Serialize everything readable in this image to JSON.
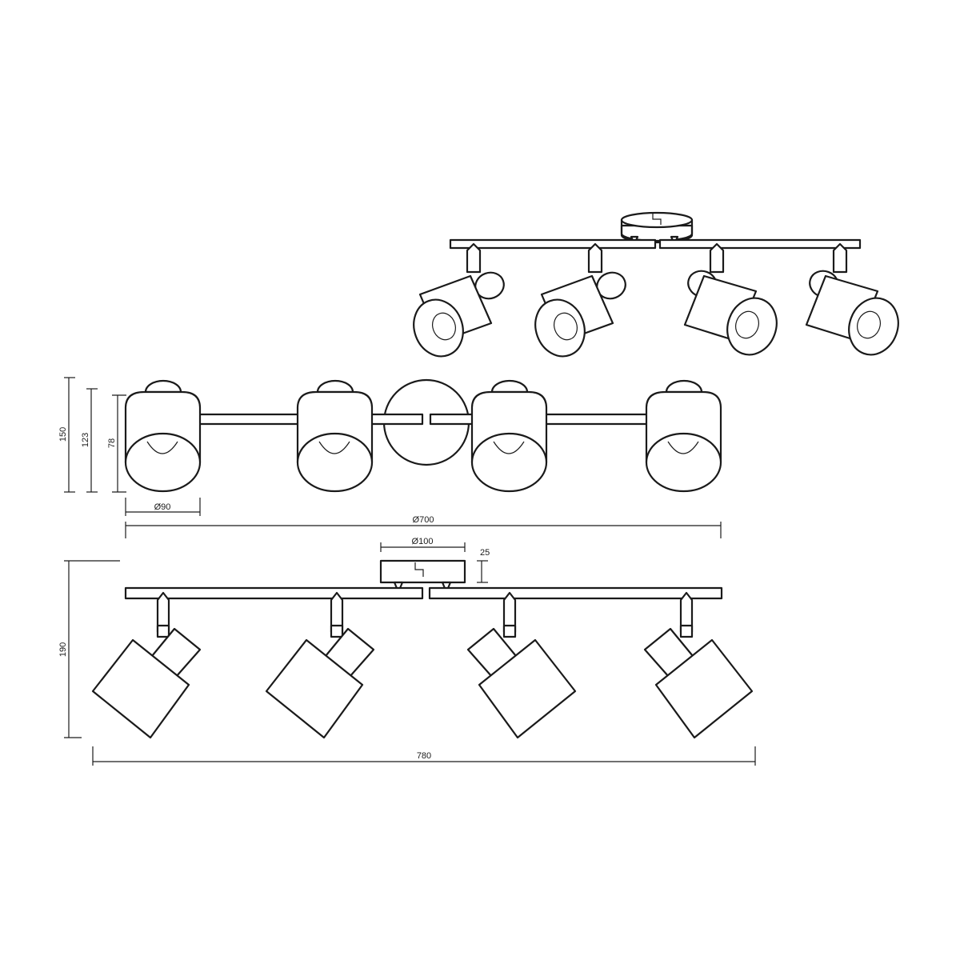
{
  "dimensions": {
    "total_height": "150",
    "height_123": "123",
    "shade_height": "78",
    "shade_diameter": "Ø90",
    "overall_diameter": "Ø700",
    "canopy_diameter": "Ø100",
    "canopy_height": "25",
    "side_height": "190",
    "overall_length": "780"
  },
  "colors": {
    "line": "#1a1a1a",
    "background": "#ffffff"
  }
}
